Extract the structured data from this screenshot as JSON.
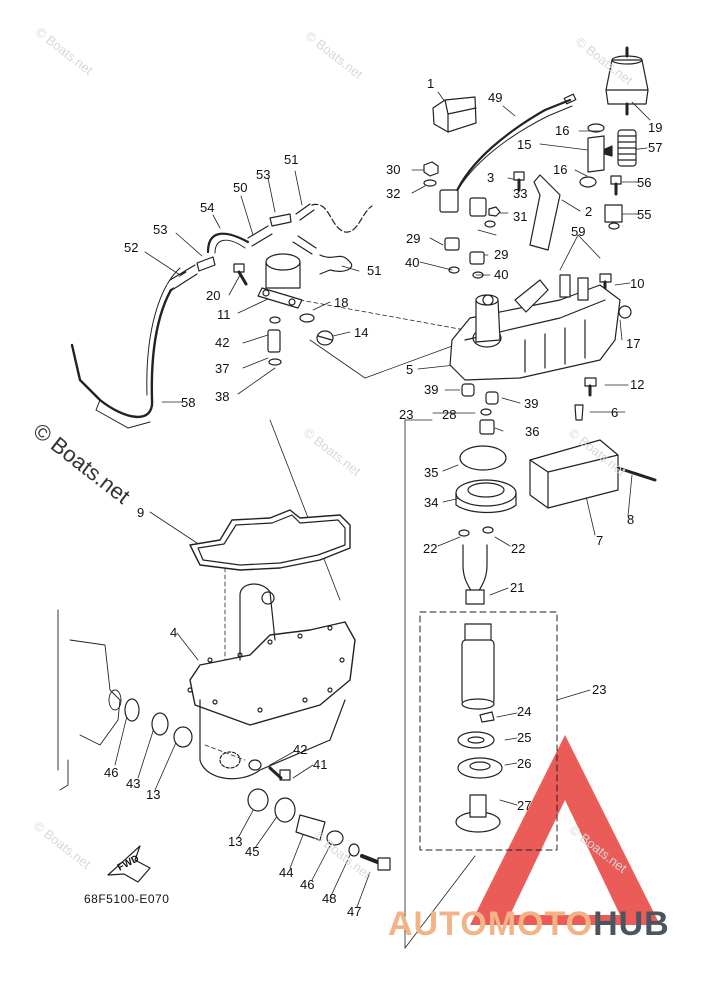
{
  "diagram": {
    "drawing_code": "68F5100-E070",
    "fwd_label": "FWD",
    "watermark_small": "© Boats.net",
    "watermark_big": "© Boats.net",
    "brand": {
      "part1": "AUTOMOTO",
      "part2": "HUB",
      "color1": "#f2b487",
      "color2": "#4a5560",
      "triangle_color": "#e8403c"
    },
    "callouts": {
      "p1": "1",
      "p49": "49",
      "p19": "19",
      "p16a": "16",
      "p15": "15",
      "p57": "57",
      "p30": "30",
      "p32": "32",
      "p3": "3",
      "p16b": "16",
      "p56": "56",
      "p33": "33",
      "p31": "31",
      "p2": "2",
      "p55": "55",
      "p51a": "51",
      "p53a": "53",
      "p50": "50",
      "p54": "54",
      "p53b": "53",
      "p52": "52",
      "p29a": "29",
      "p29b": "29",
      "p59": "59",
      "p40a": "40",
      "p40b": "40",
      "p10": "10",
      "p51b": "51",
      "p20": "20",
      "p18": "18",
      "p11": "11",
      "p14": "14",
      "p17": "17",
      "p42a": "42",
      "p37": "37",
      "p38": "38",
      "p5": "5",
      "p12": "12",
      "p39a": "39",
      "p58": "58",
      "p39b": "39",
      "p6": "6",
      "p23a": "23",
      "p28": "28",
      "p36": "36",
      "p35": "35",
      "p34": "34",
      "p9": "9",
      "p8": "8",
      "p7": "7",
      "p22a": "22",
      "p22b": "22",
      "p21": "21",
      "p4": "4",
      "p23b": "23",
      "p24": "24",
      "p25": "25",
      "p26": "26",
      "p27": "27",
      "p42b": "42",
      "p41": "41",
      "p46a": "46",
      "p43": "43",
      "p13a": "13",
      "p13b": "13",
      "p45": "45",
      "p44": "44",
      "p46b": "46",
      "p48": "48",
      "p47": "47"
    }
  }
}
